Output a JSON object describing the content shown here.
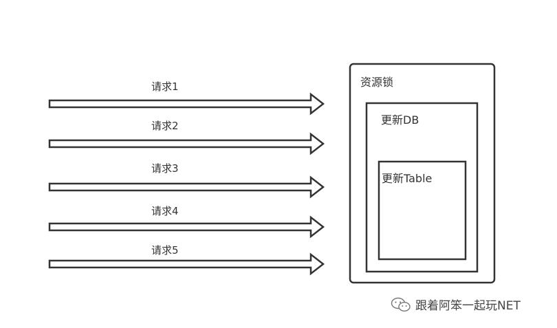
{
  "requests": [
    {
      "label": "请求1"
    },
    {
      "label": "请求2"
    },
    {
      "label": "请求3"
    },
    {
      "label": "请求4"
    },
    {
      "label": "请求5"
    }
  ],
  "resource_lock": {
    "label": "资源锁"
  },
  "update_db": {
    "label": "更新DB"
  },
  "update_table": {
    "label": "更新Table"
  },
  "watermark": {
    "text": "跟着阿笨一起玩NET",
    "icon": "wechat-icon"
  },
  "colors": {
    "stroke": "#333333",
    "background": "#ffffff"
  }
}
